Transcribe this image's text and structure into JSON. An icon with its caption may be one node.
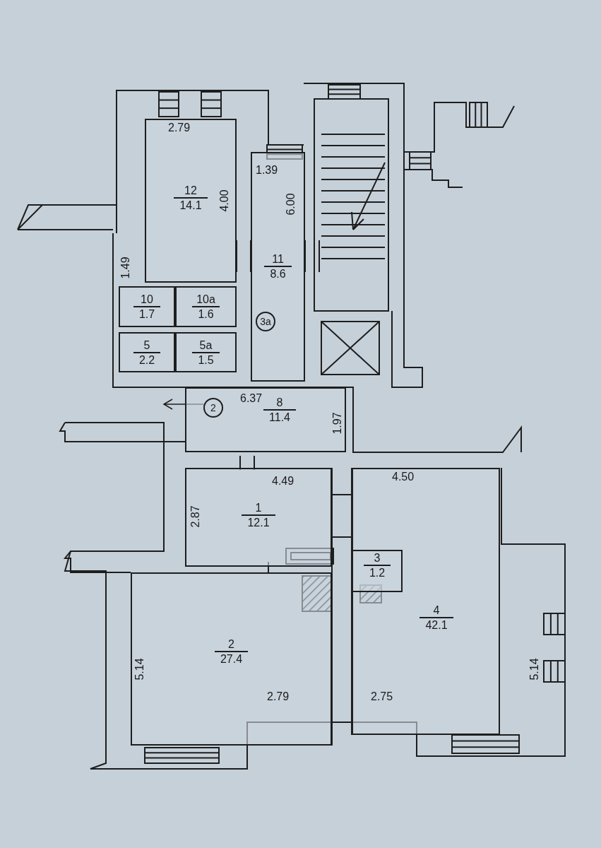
{
  "diagram": {
    "nodes": [
      {
        "text": [
          "12",
          "14.1"
        ]
      },
      {
        "text": [
          "10",
          "1.7"
        ]
      },
      {
        "text": [
          "10a",
          "1.6"
        ]
      },
      {
        "text": [
          "5",
          "2.2"
        ]
      },
      {
        "text": [
          "5a",
          "1.5"
        ]
      },
      {
        "text": [
          "11",
          "8.6"
        ]
      },
      {
        "text": [
          "8",
          "11.4"
        ]
      },
      {
        "text": [
          "1",
          "12.1"
        ]
      },
      {
        "text": [
          "2",
          "27.4"
        ]
      },
      {
        "text": [
          "3",
          "1.2"
        ],
        "in": 10
      },
      {
        "text": [
          "4",
          "42.1"
        ]
      }
    ],
    "labels": [
      "2.79",
      "4.00",
      "1.39",
      "6.00",
      "1.49",
      "3a",
      "6.37",
      "2",
      "1.97",
      "4.49",
      "4.50",
      "2.87",
      "5.14",
      "2.79",
      "2.75",
      "5.14"
    ]
  }
}
